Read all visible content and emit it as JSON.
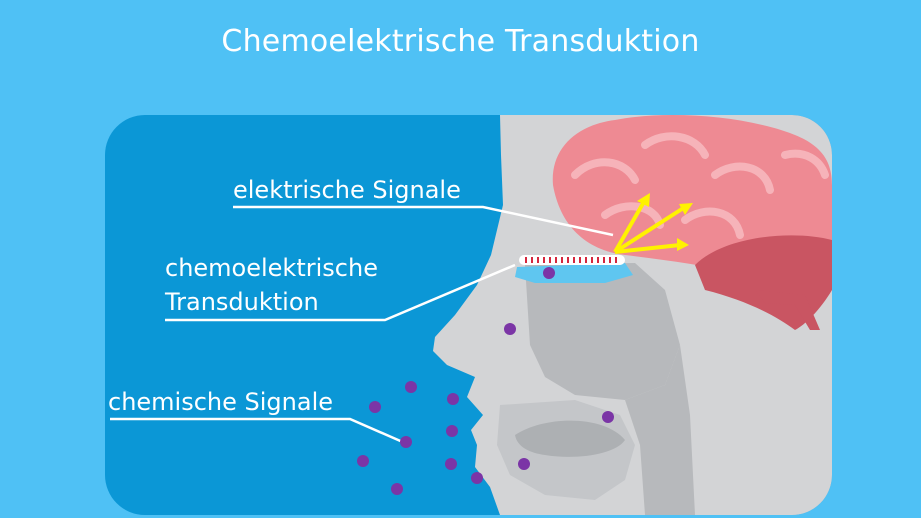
{
  "title": "Chemoelektrische Transduktion",
  "labels": {
    "electric": "elektrische Signale",
    "transduction_line1": "chemoelektrische",
    "transduction_line2": "Transduktion",
    "chemical": "chemische Signale"
  },
  "colors": {
    "background": "#4fc1f5",
    "panel": "#0b97d6",
    "head": "#d3d4d6",
    "head_shadow": "#b7b9bc",
    "brain": "#ee8a93",
    "brain_dark": "#c95562",
    "molecule": "#7b35a6",
    "arrow": "#fff200",
    "receptor": "#d5263d"
  }
}
